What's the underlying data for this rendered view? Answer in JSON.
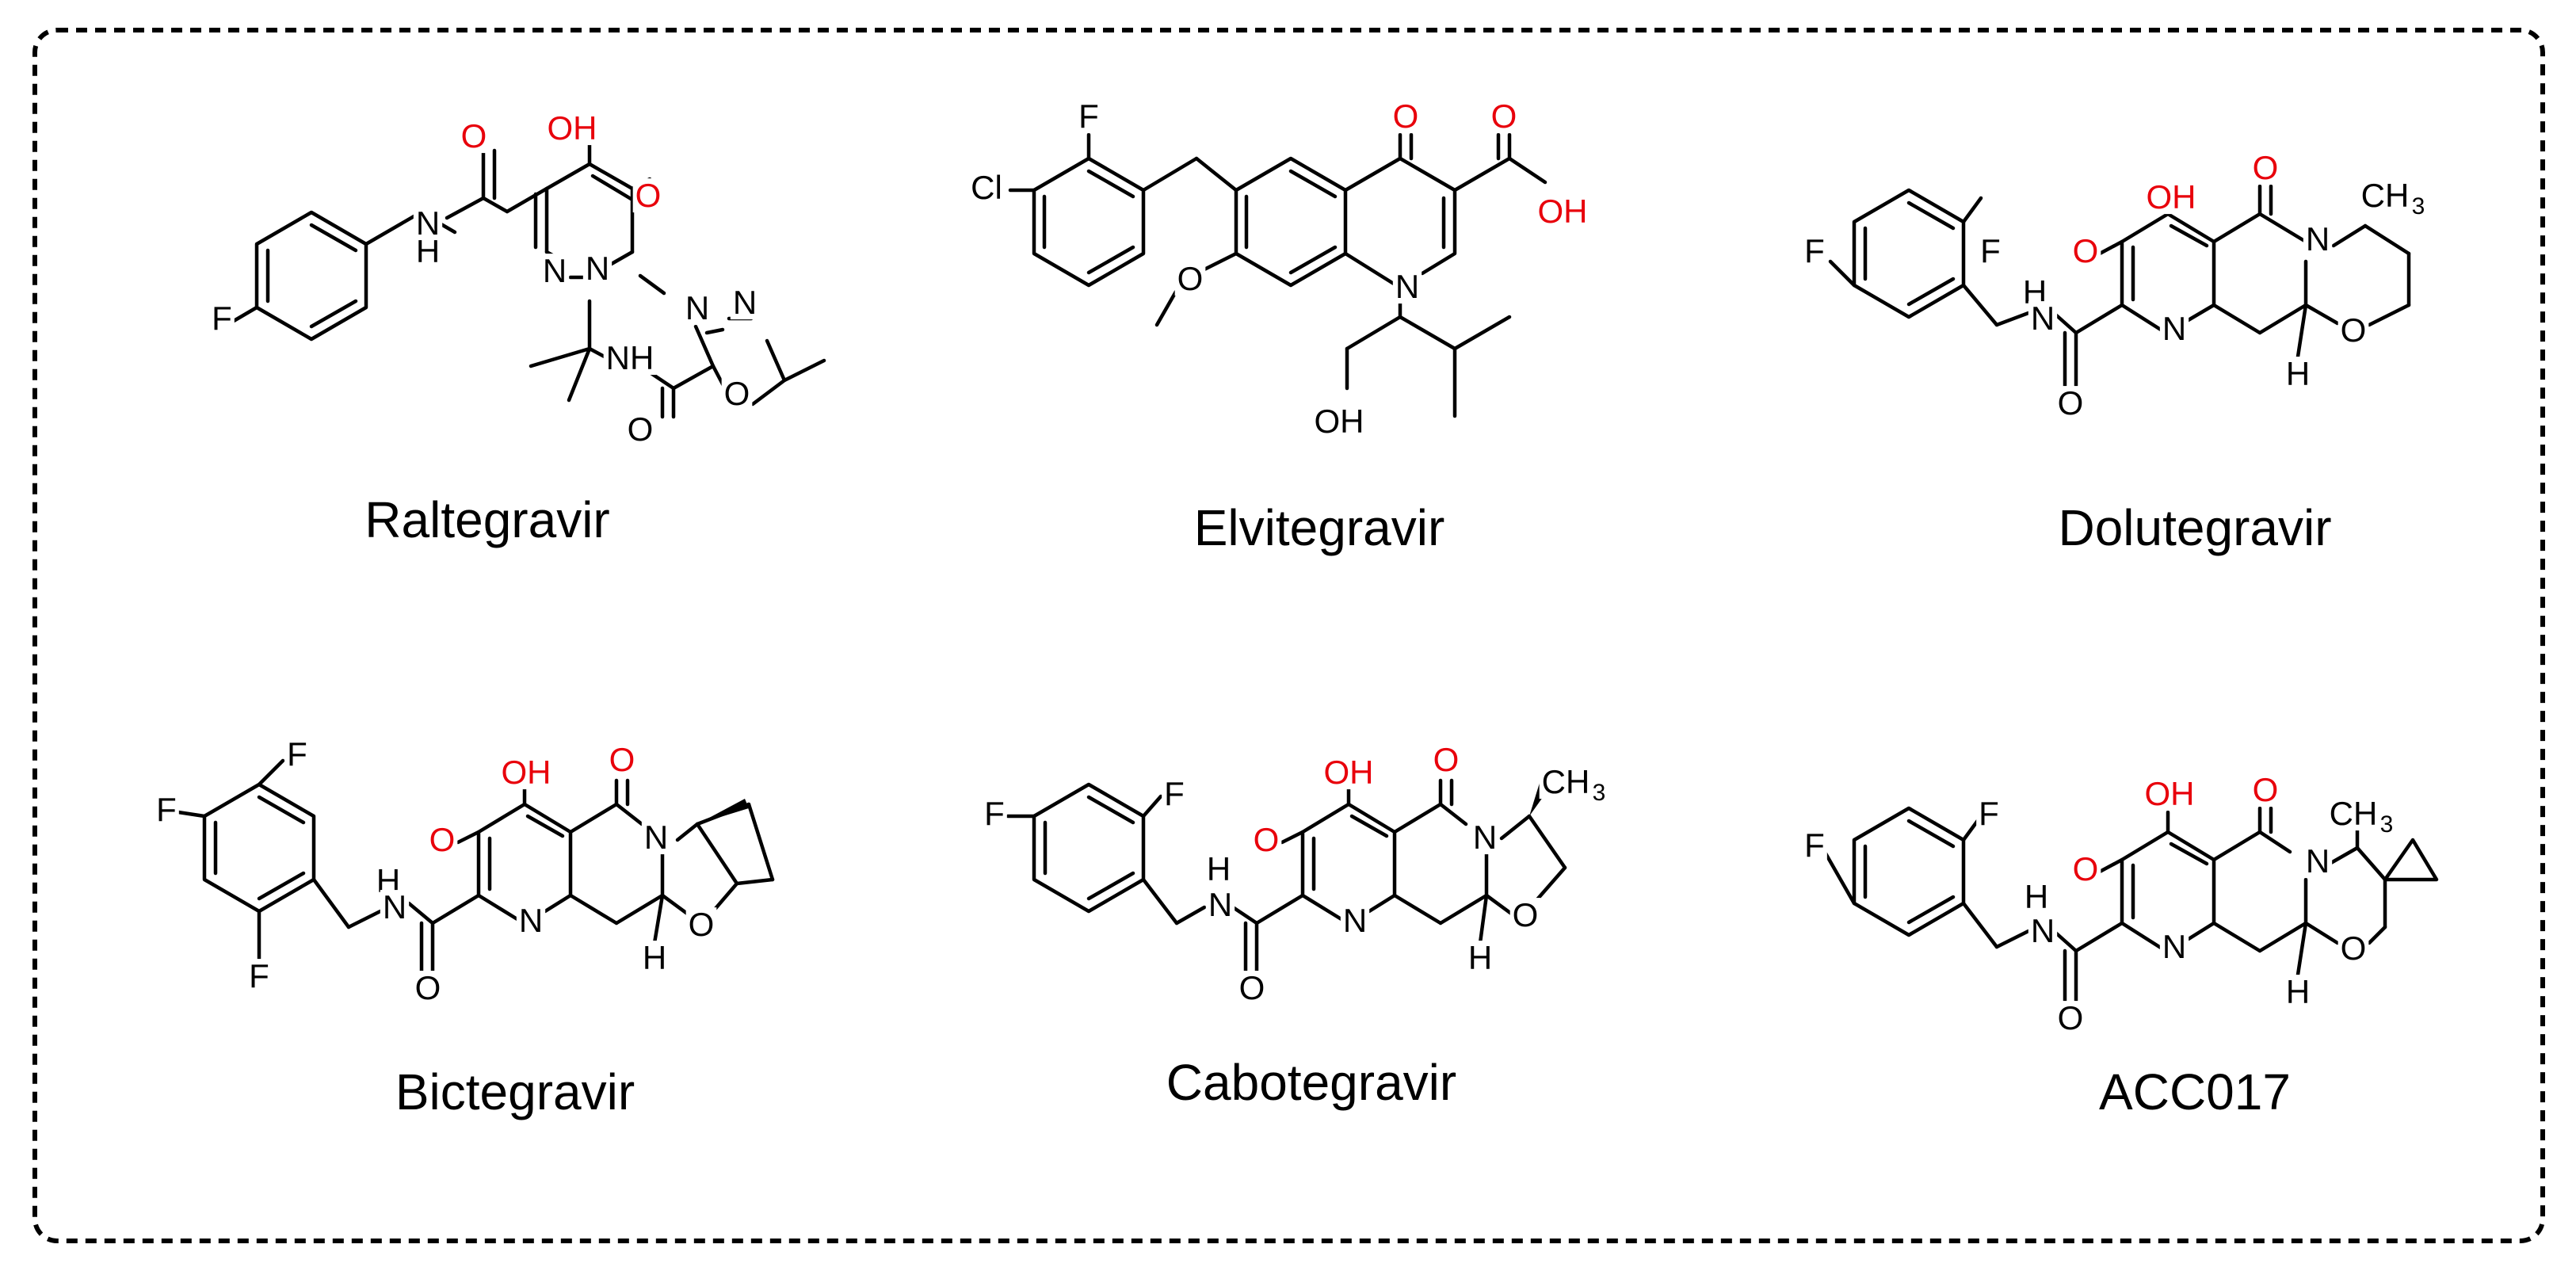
{
  "colors": {
    "heteroatom": "#e8000b",
    "bond": "#000000",
    "frame": "#000000"
  },
  "compounds": [
    {
      "name": "Raltegravir",
      "atoms": [
        {
          "t": "F",
          "c": "black"
        },
        {
          "t": "H",
          "c": "black"
        },
        {
          "t": "N",
          "c": "black"
        },
        {
          "t": "O",
          "c": "red"
        },
        {
          "t": "OH",
          "c": "red"
        },
        {
          "t": "O",
          "c": "red"
        },
        {
          "t": "N",
          "c": "black"
        },
        {
          "t": "N",
          "c": "black"
        },
        {
          "t": "NH",
          "c": "black"
        },
        {
          "t": "O",
          "c": "black"
        },
        {
          "t": "N",
          "c": "black"
        },
        {
          "t": "N",
          "c": "black"
        },
        {
          "t": "O",
          "c": "black"
        }
      ]
    },
    {
      "name": "Elvitegravir",
      "atoms": [
        {
          "t": "Cl",
          "c": "black"
        },
        {
          "t": "F",
          "c": "black"
        },
        {
          "t": "O",
          "c": "red"
        },
        {
          "t": "O",
          "c": "red"
        },
        {
          "t": "OH",
          "c": "red"
        },
        {
          "t": "O",
          "c": "black"
        },
        {
          "t": "N",
          "c": "black"
        },
        {
          "t": "OH",
          "c": "black"
        }
      ]
    },
    {
      "name": "Dolutegravir",
      "atoms": [
        {
          "t": "F",
          "c": "black"
        },
        {
          "t": "F",
          "c": "black"
        },
        {
          "t": "H",
          "c": "black"
        },
        {
          "t": "N",
          "c": "black"
        },
        {
          "t": "O",
          "c": "black"
        },
        {
          "t": "O",
          "c": "red"
        },
        {
          "t": "OH",
          "c": "red"
        },
        {
          "t": "O",
          "c": "red"
        },
        {
          "t": "N",
          "c": "black"
        },
        {
          "t": "N",
          "c": "black"
        },
        {
          "t": "O",
          "c": "black"
        },
        {
          "t": "H",
          "c": "black"
        },
        {
          "t": "CH",
          "c": "black",
          "sub": "3"
        }
      ]
    },
    {
      "name": "Bictegravir",
      "atoms": [
        {
          "t": "F",
          "c": "black"
        },
        {
          "t": "F",
          "c": "black"
        },
        {
          "t": "F",
          "c": "black"
        },
        {
          "t": "H",
          "c": "black"
        },
        {
          "t": "N",
          "c": "black"
        },
        {
          "t": "O",
          "c": "black"
        },
        {
          "t": "O",
          "c": "red"
        },
        {
          "t": "OH",
          "c": "red"
        },
        {
          "t": "O",
          "c": "red"
        },
        {
          "t": "N",
          "c": "black"
        },
        {
          "t": "N",
          "c": "black"
        },
        {
          "t": "O",
          "c": "black"
        },
        {
          "t": "H",
          "c": "black"
        }
      ]
    },
    {
      "name": "Cabotegravir",
      "atoms": [
        {
          "t": "F",
          "c": "black"
        },
        {
          "t": "F",
          "c": "black"
        },
        {
          "t": "H",
          "c": "black"
        },
        {
          "t": "N",
          "c": "black"
        },
        {
          "t": "O",
          "c": "black"
        },
        {
          "t": "O",
          "c": "red"
        },
        {
          "t": "OH",
          "c": "red"
        },
        {
          "t": "O",
          "c": "red"
        },
        {
          "t": "N",
          "c": "black"
        },
        {
          "t": "N",
          "c": "black"
        },
        {
          "t": "O",
          "c": "black"
        },
        {
          "t": "H",
          "c": "black"
        },
        {
          "t": "CH",
          "c": "black",
          "sub": "3"
        }
      ]
    },
    {
      "name": "ACC017",
      "atoms": [
        {
          "t": "F",
          "c": "black"
        },
        {
          "t": "F",
          "c": "black"
        },
        {
          "t": "H",
          "c": "black"
        },
        {
          "t": "N",
          "c": "black"
        },
        {
          "t": "O",
          "c": "black"
        },
        {
          "t": "O",
          "c": "red"
        },
        {
          "t": "OH",
          "c": "red"
        },
        {
          "t": "O",
          "c": "red"
        },
        {
          "t": "N",
          "c": "black"
        },
        {
          "t": "N",
          "c": "black"
        },
        {
          "t": "O",
          "c": "black"
        },
        {
          "t": "H",
          "c": "black"
        },
        {
          "t": "CH",
          "c": "black",
          "sub": "3"
        }
      ]
    }
  ]
}
